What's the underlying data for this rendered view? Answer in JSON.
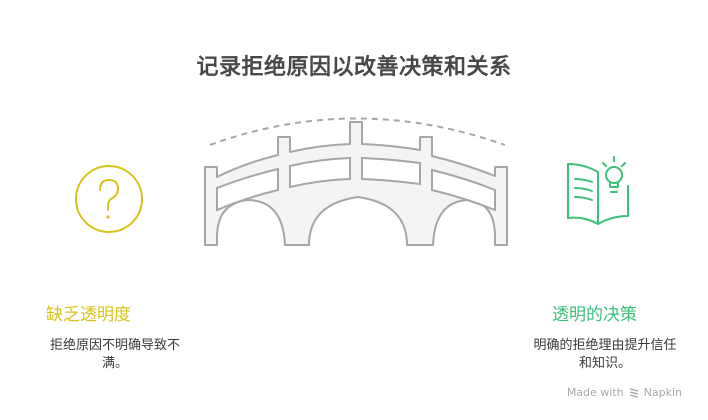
{
  "title": "记录拒绝原因以改善决策和关系",
  "left": {
    "icon": "question-circle-icon",
    "title": "缺乏透明度",
    "description": "拒绝原因不明确导致不满。",
    "color": "#d9c21a"
  },
  "center": {
    "icon": "bridge-icon",
    "stroke": "#a6a6a6",
    "fill": "#f4f4f4"
  },
  "right": {
    "icon": "book-lightbulb-icon",
    "title": "透明的决策",
    "description": "明确的拒绝理由提升信任和知识。",
    "color": "#3cc07a"
  },
  "footer": {
    "label": "Made with",
    "brand": "Napkin",
    "icon": "napkin-logo-icon"
  }
}
